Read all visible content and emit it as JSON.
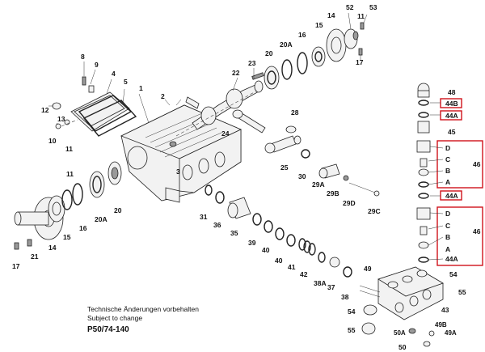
{
  "notes": {
    "line1": "Technische Änderungen vorbehalten",
    "line2": "Subject to change",
    "model": "P50/74-140"
  },
  "part_labels": [
    {
      "id": "1",
      "text": "1"
    },
    {
      "id": "2",
      "text": "2"
    },
    {
      "id": "3",
      "text": "3"
    },
    {
      "id": "4",
      "text": "4"
    },
    {
      "id": "5",
      "text": "5"
    },
    {
      "id": "8",
      "text": "8"
    },
    {
      "id": "9",
      "text": "9"
    },
    {
      "id": "10",
      "text": "10"
    },
    {
      "id": "11a",
      "text": "11"
    },
    {
      "id": "11b",
      "text": "11"
    },
    {
      "id": "12",
      "text": "12"
    },
    {
      "id": "13",
      "text": "13"
    },
    {
      "id": "14a",
      "text": "14"
    },
    {
      "id": "14b",
      "text": "14"
    },
    {
      "id": "15a",
      "text": "15"
    },
    {
      "id": "15b",
      "text": "15"
    },
    {
      "id": "16a",
      "text": "16"
    },
    {
      "id": "16b",
      "text": "16"
    },
    {
      "id": "17a",
      "text": "17"
    },
    {
      "id": "17b",
      "text": "17"
    },
    {
      "id": "20a",
      "text": "20"
    },
    {
      "id": "20b",
      "text": "20"
    },
    {
      "id": "20Aa",
      "text": "20A"
    },
    {
      "id": "20Ab",
      "text": "20A"
    },
    {
      "id": "21",
      "text": "21"
    },
    {
      "id": "22",
      "text": "22"
    },
    {
      "id": "23",
      "text": "23"
    },
    {
      "id": "24",
      "text": "24"
    },
    {
      "id": "25",
      "text": "25"
    },
    {
      "id": "28",
      "text": "28"
    },
    {
      "id": "29A",
      "text": "29A"
    },
    {
      "id": "29B",
      "text": "29B"
    },
    {
      "id": "29C",
      "text": "29C"
    },
    {
      "id": "29D",
      "text": "29D"
    },
    {
      "id": "30",
      "text": "30"
    },
    {
      "id": "31",
      "text": "31"
    },
    {
      "id": "35",
      "text": "35"
    },
    {
      "id": "36",
      "text": "36"
    },
    {
      "id": "37",
      "text": "37"
    },
    {
      "id": "38",
      "text": "38"
    },
    {
      "id": "38A",
      "text": "38A"
    },
    {
      "id": "39",
      "text": "39"
    },
    {
      "id": "40a",
      "text": "40"
    },
    {
      "id": "40b",
      "text": "40"
    },
    {
      "id": "41",
      "text": "41"
    },
    {
      "id": "42",
      "text": "42"
    },
    {
      "id": "43",
      "text": "43"
    },
    {
      "id": "45",
      "text": "45"
    },
    {
      "id": "48",
      "text": "48"
    },
    {
      "id": "49",
      "text": "49"
    },
    {
      "id": "49A",
      "text": "49A"
    },
    {
      "id": "49B",
      "text": "49B"
    },
    {
      "id": "50",
      "text": "50"
    },
    {
      "id": "50A",
      "text": "50A"
    },
    {
      "id": "52",
      "text": "52"
    },
    {
      "id": "53",
      "text": "53"
    },
    {
      "id": "54a",
      "text": "54"
    },
    {
      "id": "54b",
      "text": "54"
    },
    {
      "id": "55a",
      "text": "55"
    },
    {
      "id": "55b",
      "text": "55"
    },
    {
      "id": "11c",
      "text": "11"
    }
  ],
  "valve_groups": [
    {
      "id": "44B",
      "text": "44B"
    },
    {
      "id": "44A_top",
      "text": "44A"
    },
    {
      "id": "44A_mid",
      "text": "44A"
    },
    {
      "id": "44A_bot",
      "text": "44A"
    },
    {
      "id": "46_upper",
      "text": "46",
      "letters": [
        "D",
        "C",
        "B",
        "A"
      ]
    },
    {
      "id": "46_lower",
      "text": "46",
      "letters": [
        "D",
        "C",
        "B",
        "A"
      ]
    }
  ]
}
